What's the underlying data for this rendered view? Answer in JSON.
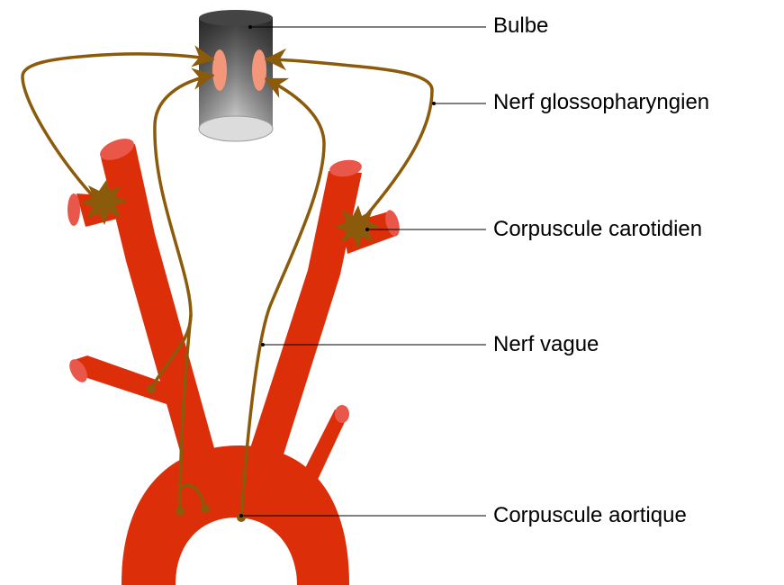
{
  "labels": {
    "bulbe": "Bulbe",
    "glossopharyngien": "Nerf glossopharyngien",
    "carotidien": "Corpuscule carotidien",
    "vague": "Nerf vague",
    "aortique": "Corpuscule aortique"
  },
  "colors": {
    "artery": "#DD2E0A",
    "artery_end": "#E8574A",
    "nerve": "#8B5A0A",
    "nucleus": "#F4967A",
    "body": "#8B5A0A",
    "leader": "#000000"
  }
}
